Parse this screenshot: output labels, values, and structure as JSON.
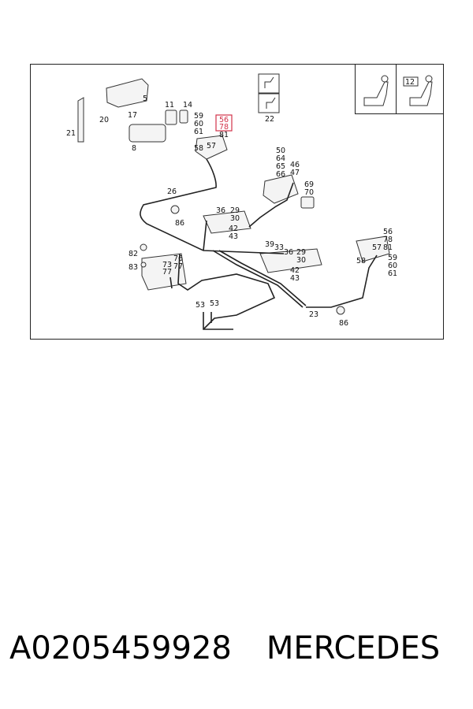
{
  "diagram": {
    "labels": [
      "5",
      "20",
      "17",
      "21",
      "8",
      "11",
      "14",
      "59",
      "60",
      "61",
      "56",
      "78",
      "81",
      "58",
      "57",
      "22",
      "50",
      "64",
      "65",
      "66",
      "46",
      "47",
      "69",
      "70",
      "26",
      "36",
      "29",
      "30",
      "42",
      "43",
      "86",
      "82",
      "83",
      "76",
      "73",
      "77",
      "77",
      "39",
      "33",
      "36",
      "29",
      "30",
      "42",
      "43",
      "56",
      "78",
      "81",
      "57",
      "58",
      "59",
      "60",
      "61",
      "53",
      "53",
      "23",
      "86"
    ],
    "highlighted_callout": [
      "56",
      "78"
    ],
    "panels": {
      "legend_numbers": "12"
    }
  },
  "caption": {
    "part_number": "A0205459928",
    "brand": "MERCEDES"
  },
  "colors": {
    "line": "#222222",
    "highlight": "#d2334a",
    "background": "#ffffff"
  }
}
